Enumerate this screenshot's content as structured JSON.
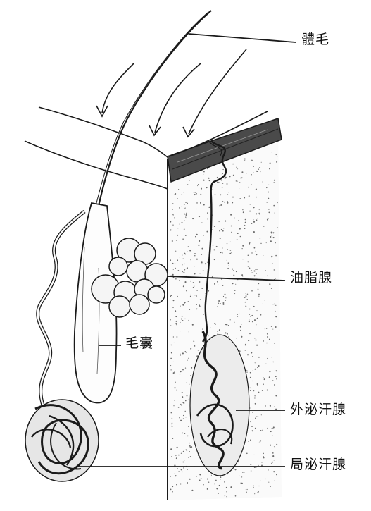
{
  "labels": {
    "hair": "體毛",
    "sebaceous_gland": "油脂腺",
    "hair_follicle": "毛囊",
    "eccrine_sweat_gland": "外泌汗腺",
    "apocrine_sweat_gland": "局泌汗腺"
  },
  "colors": {
    "ink": "#1a1a1a",
    "paper": "#ffffff",
    "stipple": "#6b6b6b"
  }
}
